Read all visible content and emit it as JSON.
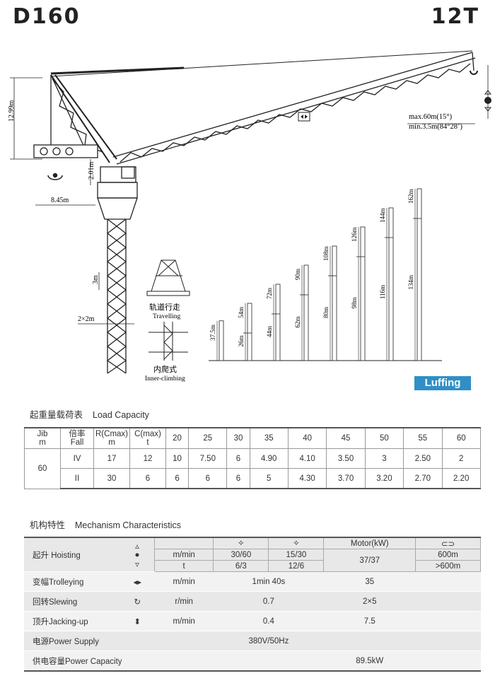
{
  "header": {
    "model": "D160",
    "capacity": "12T"
  },
  "dimensions": {
    "top_height": "12.99m",
    "radius_max": "max.60m(15°)",
    "radius_min": "min.3.5m(84°28’)",
    "counter_jib": "8.45m",
    "cab_height": "2.01m",
    "mast_section": "3m",
    "base": "2×2m"
  },
  "modes": {
    "travelling_cn": "轨道行走",
    "travelling_en": "Travelling",
    "inner_cn": "内爬式",
    "inner_en": "Inner-climbing"
  },
  "heights": [
    {
      "hook": "37.5m",
      "total": ""
    },
    {
      "hook": "26m",
      "total": "54m"
    },
    {
      "hook": "44m",
      "total": "72m"
    },
    {
      "hook": "62m",
      "total": "90m"
    },
    {
      "hook": "80m",
      "total": "108m"
    },
    {
      "hook": "98m",
      "total": "126m"
    },
    {
      "hook": "116m",
      "total": "144m"
    },
    {
      "hook": "134m",
      "total": "162m"
    }
  ],
  "badge": "Luffing",
  "load": {
    "title_cn": "起重量载荷表",
    "title_en": "Load Capacity",
    "h_jib": "Jib",
    "h_jib_u": "m",
    "h_fall": "倍率",
    "h_fall_u": "Fall",
    "h_r": "R(Cmax)",
    "h_r_u": "m",
    "h_c": "C(max)",
    "h_c_u": "t",
    "radii": [
      "20",
      "25",
      "30",
      "35",
      "40",
      "45",
      "50",
      "55",
      "60"
    ],
    "jib": "60",
    "rows": [
      {
        "fall": "IV",
        "r": "17",
        "c": "12",
        "vals": [
          "10",
          "7.50",
          "6",
          "4.90",
          "4.10",
          "3.50",
          "3",
          "2.50",
          "2"
        ]
      },
      {
        "fall": "II",
        "r": "30",
        "c": "6",
        "vals": [
          "6",
          "6",
          "6",
          "5",
          "4.30",
          "3.70",
          "3.20",
          "2.70",
          "2.20"
        ]
      }
    ]
  },
  "mech": {
    "title_cn": "机构特性",
    "title_en": "Mechanism Characteristics",
    "hoisting": "起升 Hoisting",
    "u_mmin": "m/min",
    "u_t": "t",
    "s1": "30/60",
    "s1t": "6/3",
    "s2": "15/30",
    "s2t": "12/6",
    "motor": "Motor(kW)",
    "motor_v": "37/37",
    "rope1": "600m",
    "rope2": ">600m",
    "trolley": "变幅Trolleying",
    "trolley_u": "m/min",
    "trolley_v": "1min 40s",
    "trolley_m": "35",
    "slew": "回转Slewing",
    "slew_u": "r/min",
    "slew_v": "0.7",
    "slew_m": "2×5",
    "jack": "顶升Jacking-up",
    "jack_u": "m/min",
    "jack_v": "0.4",
    "jack_m": "7.5",
    "power": "电源Power Supply",
    "power_v": "380V/50Hz",
    "pcap": "供电容量Power Capacity",
    "pcap_v": "89.5kW"
  }
}
